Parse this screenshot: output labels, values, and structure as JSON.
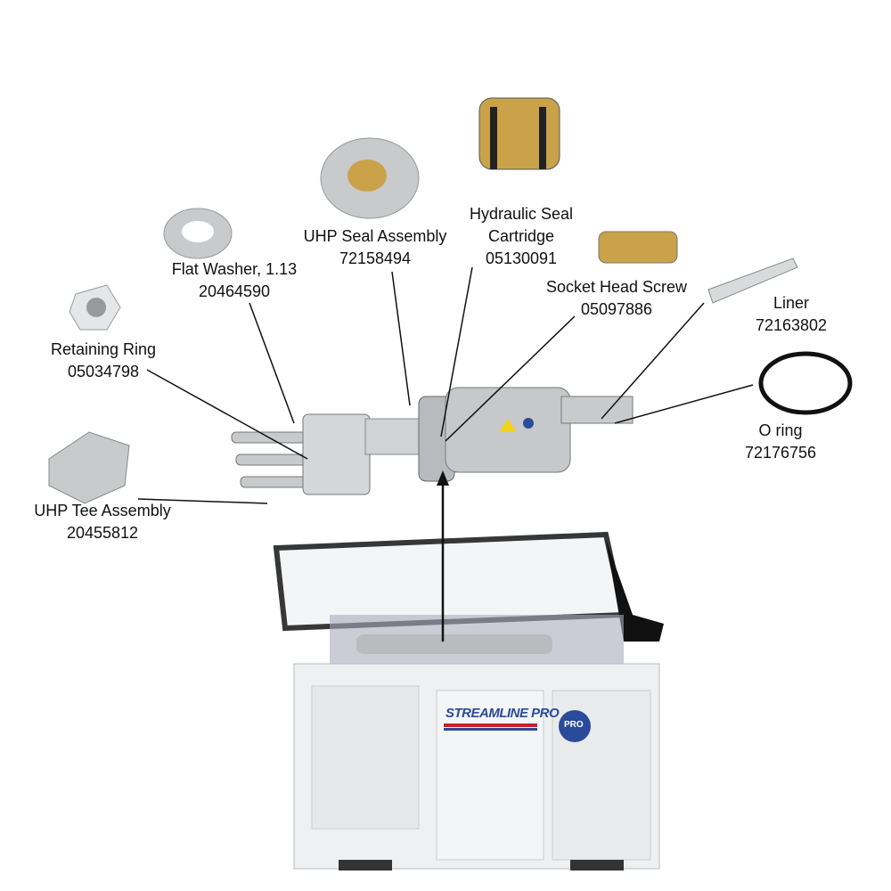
{
  "parts": [
    {
      "name": "UHP Seal Assembly",
      "number": "72158494"
    },
    {
      "name": "Hydraulic Seal Cartridge",
      "name_line1": "Hydraulic Seal",
      "name_line2": "Cartridge",
      "number": "05130091"
    },
    {
      "name": "Flat Washer, 1.13",
      "number": "20464590"
    },
    {
      "name": "Socket Head Screw",
      "number": "05097886"
    },
    {
      "name": "Liner",
      "number": "72163802"
    },
    {
      "name": "Retaining Ring",
      "number": "05034798"
    },
    {
      "name": "O ring",
      "number": "72176756"
    },
    {
      "name": "UHP Tee Assembly",
      "number": "20455812"
    }
  ],
  "machine": {
    "brand": "STREAMLINE PRO",
    "badge": "PRO"
  },
  "colors": {
    "line": "#111111",
    "steel": "#c8cacc",
    "brass": "#c9a24a",
    "brand_blue": "#2a4a9a",
    "brand_red": "#c8202a"
  }
}
